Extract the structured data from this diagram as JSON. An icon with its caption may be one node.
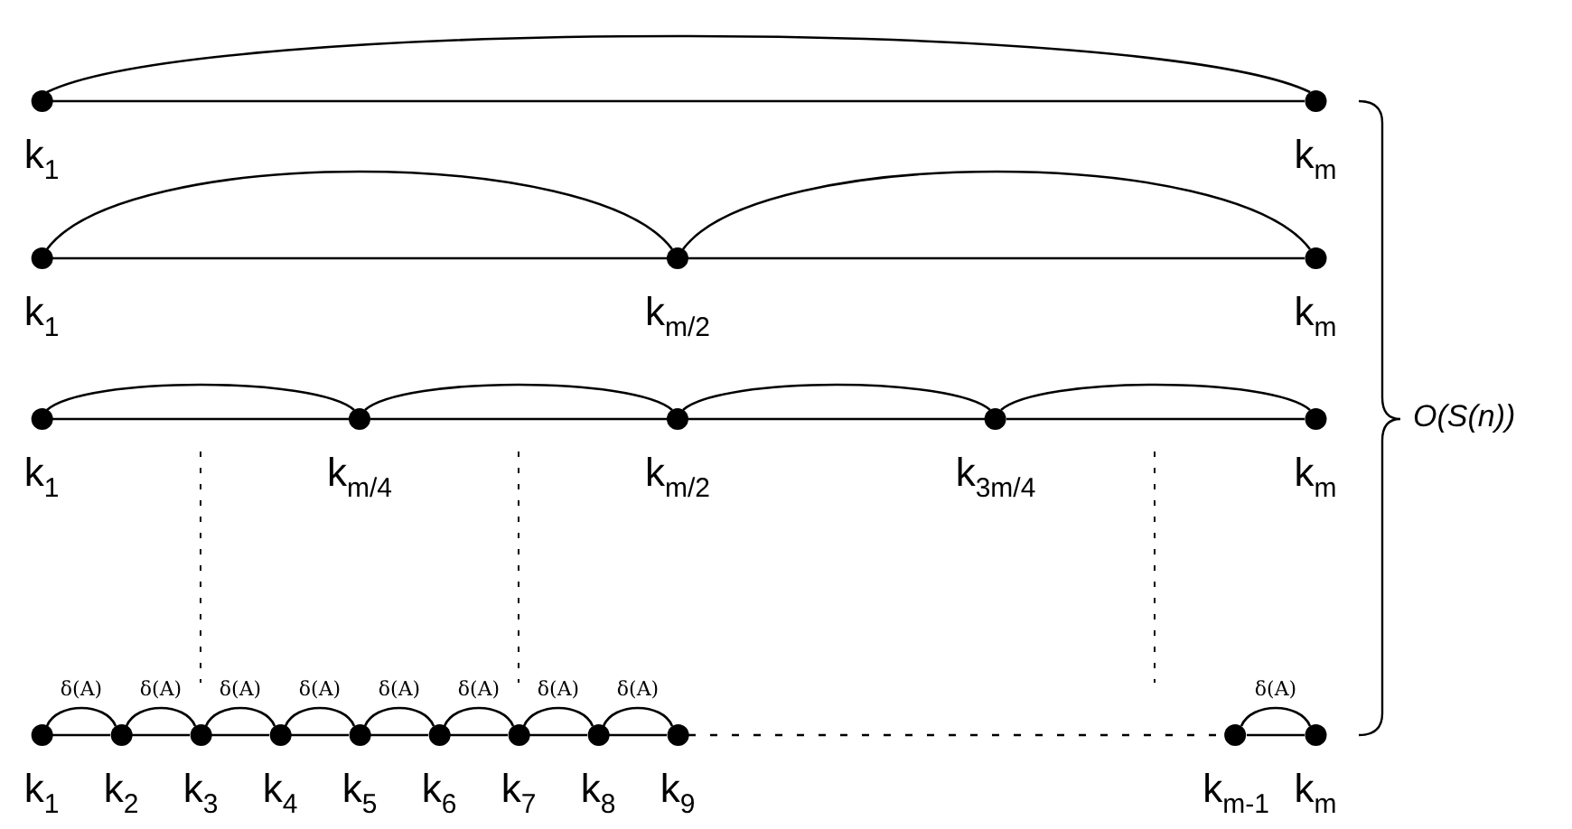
{
  "diagram": {
    "nodes": [
      {
        "text": [
          "k$_{1}$"
        ]
      },
      {
        "text": [
          "k$_{m}$"
        ]
      },
      {
        "text": [
          "k$_{1}$"
        ]
      },
      {
        "text": [
          "k$_{m/2}$"
        ]
      },
      {
        "text": [
          "k$_{m}$"
        ]
      },
      {
        "text": [
          "k$_{1}$"
        ]
      },
      {
        "text": [
          "k$_{m/4}$"
        ]
      },
      {
        "text": [
          "k$_{m/2}$"
        ]
      },
      {
        "text": [
          "k$_{3m/4}$"
        ]
      },
      {
        "text": [
          "k$_{m}$"
        ]
      },
      {
        "text": [
          "k$_{1}$"
        ]
      },
      {
        "text": [
          "k$_{2}$"
        ]
      },
      {
        "text": [
          "k$_{3}$"
        ]
      },
      {
        "text": [
          "k$_{4}$"
        ]
      },
      {
        "text": [
          "k$_{5}$"
        ]
      },
      {
        "text": [
          "k$_{6}$"
        ]
      },
      {
        "text": [
          "k$_{7}$"
        ]
      },
      {
        "text": [
          "k$_{8}$"
        ]
      },
      {
        "text": [
          "k$_{9}$"
        ]
      },
      {
        "text": [
          "k$_{m-1}$"
        ]
      },
      {
        "text": [
          "k$_{m}$"
        ]
      }
    ],
    "edges": [
      {
        "from": 0,
        "to": 1,
        "arrow": "none"
      },
      {
        "from": 0,
        "to": 1,
        "arrow": "none"
      },
      {
        "from": 2,
        "to": 3,
        "arrow": "none"
      },
      {
        "from": 3,
        "to": 4,
        "arrow": "none"
      },
      {
        "from": 2,
        "to": 3,
        "arrow": "none"
      },
      {
        "from": 3,
        "to": 4,
        "arrow": "none"
      },
      {
        "from": 5,
        "to": 6,
        "arrow": "none"
      },
      {
        "from": 6,
        "to": 7,
        "arrow": "none"
      },
      {
        "from": 7,
        "to": 8,
        "arrow": "none"
      },
      {
        "from": 8,
        "to": 9,
        "arrow": "none"
      },
      {
        "from": 5,
        "to": 6,
        "arrow": "none"
      },
      {
        "from": 6,
        "to": 7,
        "arrow": "none"
      },
      {
        "from": 7,
        "to": 8,
        "arrow": "none"
      },
      {
        "from": 8,
        "to": 9,
        "arrow": "none"
      },
      {
        "from": 10,
        "to": 11,
        "arrow": "none"
      },
      {
        "from": 11,
        "to": 12,
        "arrow": "none"
      },
      {
        "from": 12,
        "to": 13,
        "arrow": "none"
      },
      {
        "from": 13,
        "to": 14,
        "arrow": "none"
      },
      {
        "from": 14,
        "to": 15,
        "arrow": "none"
      },
      {
        "from": 15,
        "to": 16,
        "arrow": "none"
      },
      {
        "from": 16,
        "to": 17,
        "arrow": "none"
      },
      {
        "from": 17,
        "to": 18,
        "arrow": "none"
      },
      {
        "from": 18,
        "to": 19,
        "arrow": "none",
        "style": "dashed"
      },
      {
        "from": 19,
        "to": 20,
        "arrow": "none"
      },
      {
        "from": 10,
        "to": 11,
        "arrow": "none",
        "label": "δ(A)"
      },
      {
        "from": 11,
        "to": 12,
        "arrow": "none",
        "label": "δ(A)"
      },
      {
        "from": 12,
        "to": 13,
        "arrow": "none",
        "label": "δ(A)"
      },
      {
        "from": 13,
        "to": 14,
        "arrow": "none",
        "label": "δ(A)"
      },
      {
        "from": 14,
        "to": 15,
        "arrow": "none",
        "label": "δ(A)"
      },
      {
        "from": 15,
        "to": 16,
        "arrow": "none",
        "label": "δ(A)"
      },
      {
        "from": 16,
        "to": 17,
        "arrow": "none",
        "label": "δ(A)"
      },
      {
        "from": 17,
        "to": 18,
        "arrow": "none",
        "label": "δ(A)"
      },
      {
        "from": 19,
        "to": 20,
        "arrow": "none",
        "label": "δ(A)"
      }
    ],
    "labels": [
      "O(S(n))"
    ]
  }
}
